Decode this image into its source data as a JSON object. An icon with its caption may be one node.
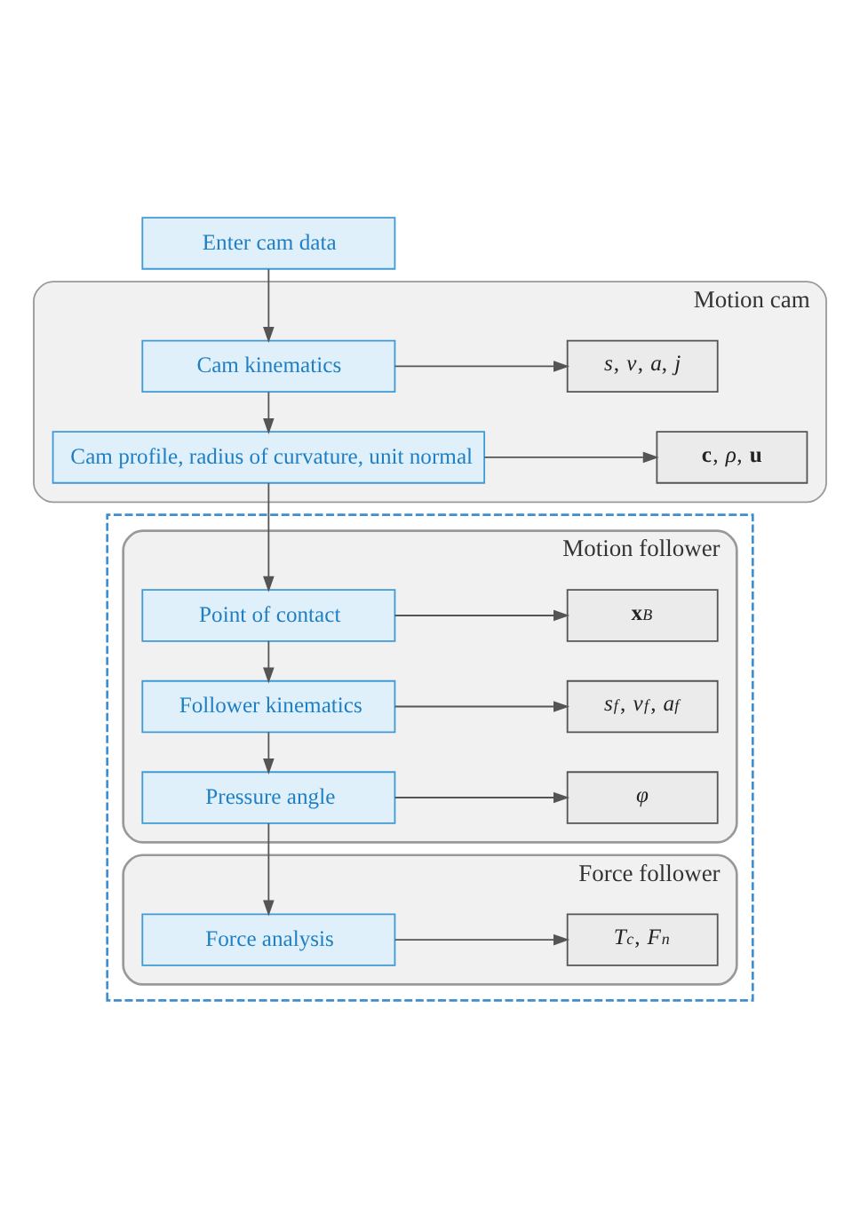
{
  "diagram": {
    "nodes": [
      {
        "text": [
          "Enter cam data"
        ]
      },
      {
        "text": [
          "Motion cam"
        ]
      },
      {
        "text": [
          "Cam kinematics"
        ],
        "in": 1
      },
      {
        "text": [
          "Cam profile, radius of curvature, unit normal"
        ],
        "in": 1
      },
      {
        "text": [
          "*s*, *v*, *a*, *j*"
        ],
        "in": 1
      },
      {
        "text": [
          "**c**, *ρ*, **u**"
        ],
        "in": 1
      },
      {
        "text": [],
        "shape": "box"
      },
      {
        "text": [
          "Motion follower"
        ],
        "in": 6
      },
      {
        "text": [
          "Point of contact"
        ],
        "in": 7
      },
      {
        "text": [
          "**x**$_{B}$"
        ],
        "in": 7
      },
      {
        "text": [
          "Follower kinematics"
        ],
        "in": 7
      },
      {
        "text": [
          "*s*$_{f}$, *v*$_{f}$, *a*$_{f}$"
        ],
        "in": 7
      },
      {
        "text": [
          "Pressure angle"
        ],
        "in": 7
      },
      {
        "text": [
          "*φ*"
        ],
        "in": 7
      },
      {
        "text": [
          "Force follower"
        ],
        "in": 6
      },
      {
        "text": [
          "Force analysis"
        ],
        "in": 14
      },
      {
        "text": [
          "*T*$_{c}$, *F*$_{n}$"
        ],
        "in": 14
      }
    ],
    "edges": [
      {
        "from": 0,
        "to": 2,
        "arrow": "to"
      },
      {
        "from": 2,
        "to": 4,
        "arrow": "to"
      },
      {
        "from": 2,
        "to": 3,
        "arrow": "to"
      },
      {
        "from": 3,
        "to": 5,
        "arrow": "to"
      },
      {
        "from": 3,
        "to": 8,
        "arrow": "to"
      },
      {
        "from": 8,
        "to": 9,
        "arrow": "to"
      },
      {
        "from": 8,
        "to": 10,
        "arrow": "to"
      },
      {
        "from": 10,
        "to": 11,
        "arrow": "to"
      },
      {
        "from": 10,
        "to": 12,
        "arrow": "to"
      },
      {
        "from": 12,
        "to": 13,
        "arrow": "to"
      },
      {
        "from": 12,
        "to": 15,
        "arrow": "to"
      },
      {
        "from": 15,
        "to": 16,
        "arrow": "to"
      }
    ]
  }
}
